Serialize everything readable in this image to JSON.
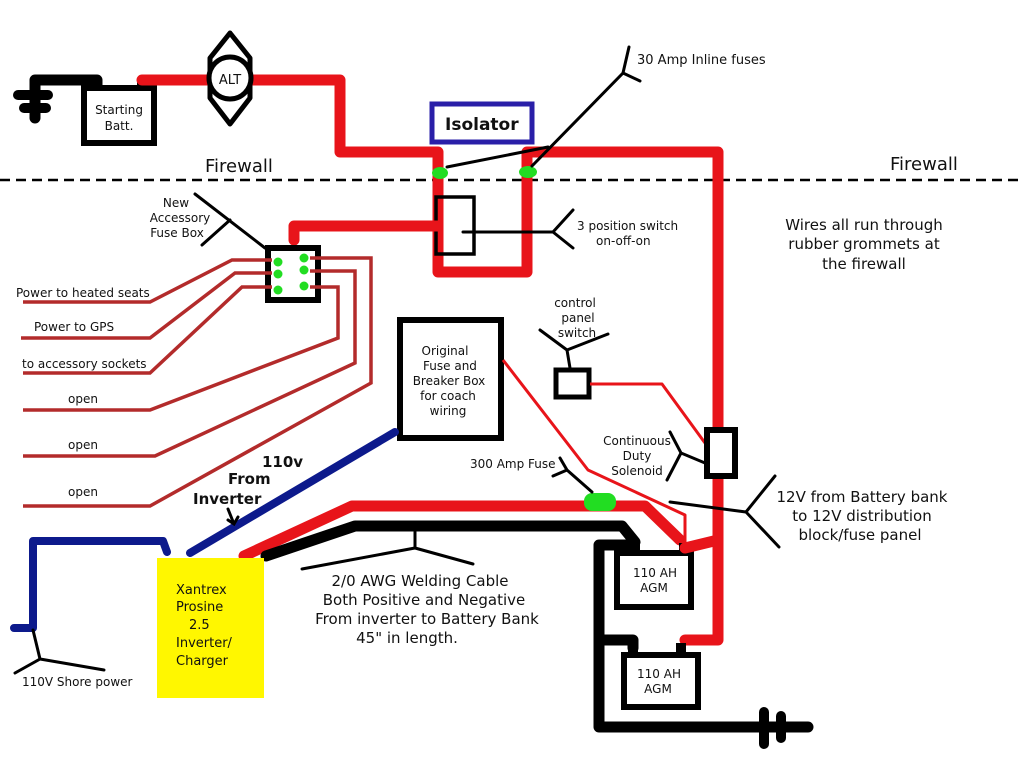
{
  "colors": {
    "positive_wire": "#e8141a",
    "accessory_wire": "#b32b2b",
    "negative_wire": "#000000",
    "ac_wire": "#0d1a8c",
    "isolator_border": "#2a1fa8",
    "inverter_fill": "#fff700",
    "fuse": "#22dd22"
  },
  "labels": {
    "firewall_left": "Firewall",
    "firewall_right": "Firewall",
    "alternator": "ALT",
    "starting_battery": [
      "Starting",
      "Batt."
    ],
    "isolator": "Isolator",
    "inline_fuses": "30 Amp Inline fuses",
    "switch_3pos": [
      "3 position switch",
      "on-off-on"
    ],
    "grommets_note": [
      "Wires all run through",
      "rubber grommets at",
      "the firewall"
    ],
    "accessory_fuse_box": [
      "New",
      "Accessory",
      "Fuse Box"
    ],
    "circuits": [
      "Power to heated seats",
      "Power to GPS",
      "to accessory sockets",
      "open",
      "open",
      "open"
    ],
    "original_fuse_box": [
      "Original",
      "Fuse and",
      "Breaker Box",
      "for coach",
      "wiring"
    ],
    "control_panel_switch": [
      "control",
      "panel",
      "switch"
    ],
    "solenoid": [
      "Continuous",
      "Duty",
      "Solenoid"
    ],
    "fuse_300": "300 Amp Fuse",
    "ac_from_inverter": [
      "110v",
      "From",
      "Inverter"
    ],
    "distribution_note": [
      "12V from Battery bank",
      "to 12V distribution",
      "block/fuse panel"
    ],
    "inverter": [
      "Xantrex",
      "Prosine",
      "2.5",
      "Inverter/",
      "Charger"
    ],
    "shore_power": "110V Shore power",
    "cable_note": [
      "2/0 AWG Welding Cable",
      "Both Positive and Negative",
      "From inverter to Battery Bank",
      "45\" in length."
    ],
    "battery_1": [
      "110 AH",
      "AGM"
    ],
    "battery_2": [
      "110 AH",
      "AGM"
    ]
  }
}
